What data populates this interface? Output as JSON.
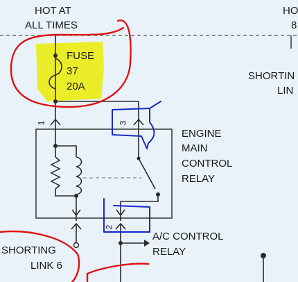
{
  "header": {
    "hot_at_line1": "HOT AT",
    "hot_at_line2": "ALL TIMES",
    "hot_right_line1": "HO",
    "hot_right_line2": "8"
  },
  "fuse": {
    "label": "FUSE",
    "number": "37",
    "rating": "20A"
  },
  "pins": {
    "pin_1": "1",
    "pin_3": "3",
    "pin_2": "2"
  },
  "relay": {
    "line1": "ENGINE",
    "line2": "MAIN",
    "line3": "CONTROL",
    "line4": "RELAY"
  },
  "ac_relay": {
    "line1": "A/C CONTROL",
    "line2": "RELAY"
  },
  "shorting_right": {
    "line1": "SHORTIN",
    "line2": "LIN"
  },
  "shorting_left": {
    "line1": "SHORTING",
    "line2": "LINK 6"
  },
  "colors": {
    "background": "#e9f2f8",
    "wire": "#2a2a2a",
    "highlight": "#ecec1e",
    "red_annotation": "#e01010",
    "blue_annotation": "#1628c8"
  }
}
